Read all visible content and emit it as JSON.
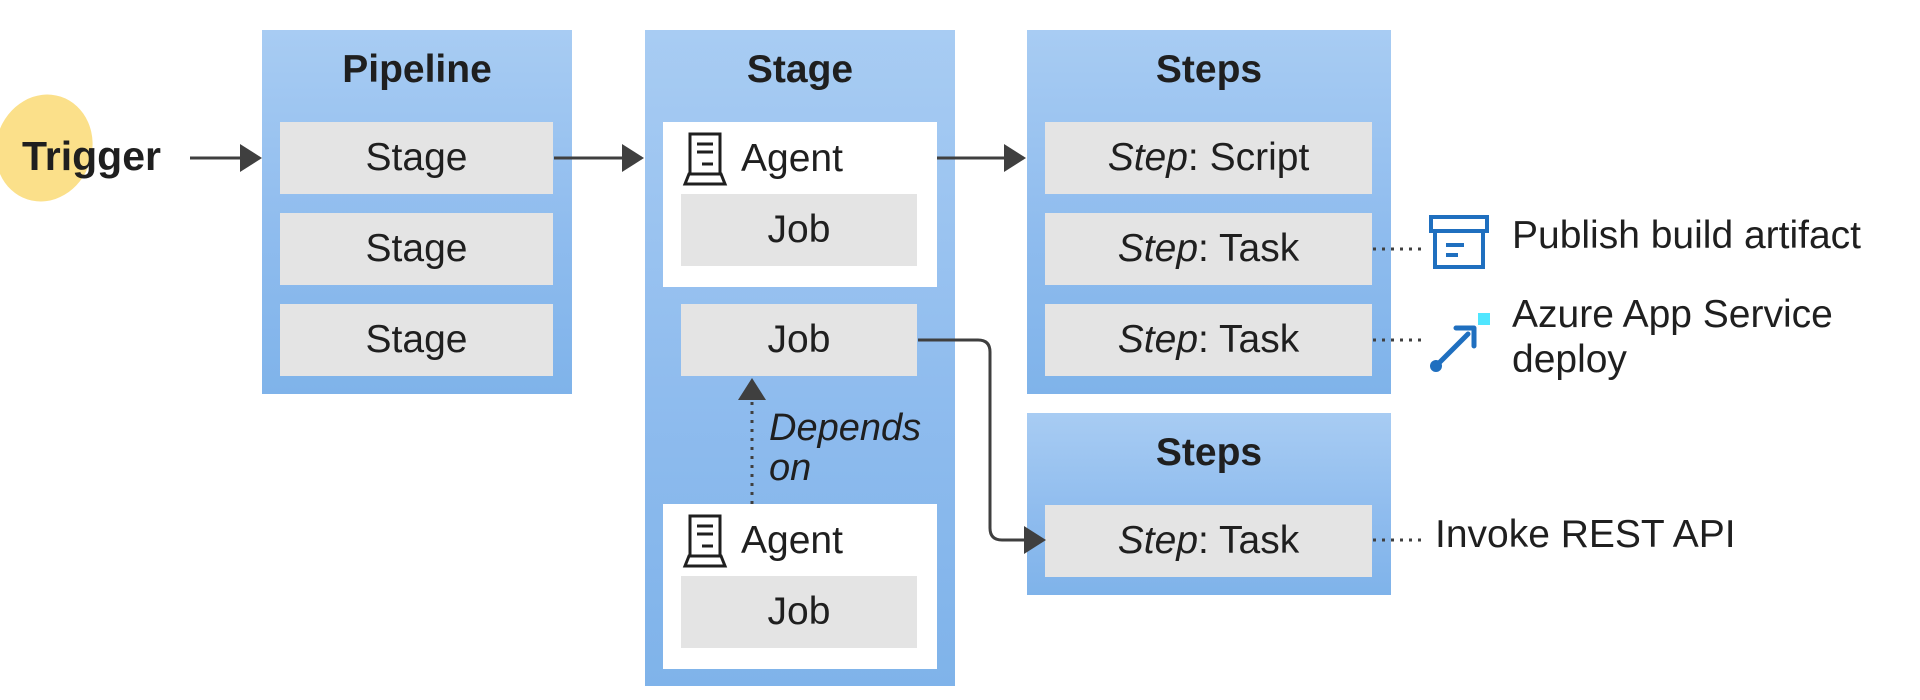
{
  "trigger": {
    "label": "Trigger"
  },
  "pipeline": {
    "title": "Pipeline",
    "stages": [
      "Stage",
      "Stage",
      "Stage"
    ]
  },
  "stage": {
    "title": "Stage",
    "agent_label": "Agent",
    "job_label": "Job",
    "depends_on": "Depends on",
    "depends_line1": "Depends",
    "depends_line2": "on"
  },
  "steps_top": {
    "title": "Steps",
    "items": [
      {
        "kind": "Step",
        "suffix": ": Script"
      },
      {
        "kind": "Step",
        "suffix": ": Task"
      },
      {
        "kind": "Step",
        "suffix": ": Task"
      }
    ]
  },
  "steps_bottom": {
    "title": "Steps",
    "items": [
      {
        "kind": "Step",
        "suffix": ": Task"
      }
    ]
  },
  "annotations": {
    "publish": "Publish build artifact",
    "azure_line1": "Azure App Service",
    "azure_line2": "deploy",
    "rest": "Invoke REST API"
  },
  "colors": {
    "panel_blue": "#8fbcee",
    "box_gray": "#e4e4e4",
    "trigger_yellow": "#fbe08a",
    "arrow": "#3f3f3f",
    "icon_blue": "#1f6fbf",
    "icon_cyan": "#50e6ff"
  },
  "icons": [
    "agent-server-icon",
    "artifact-box-icon",
    "azure-deploy-icon"
  ]
}
